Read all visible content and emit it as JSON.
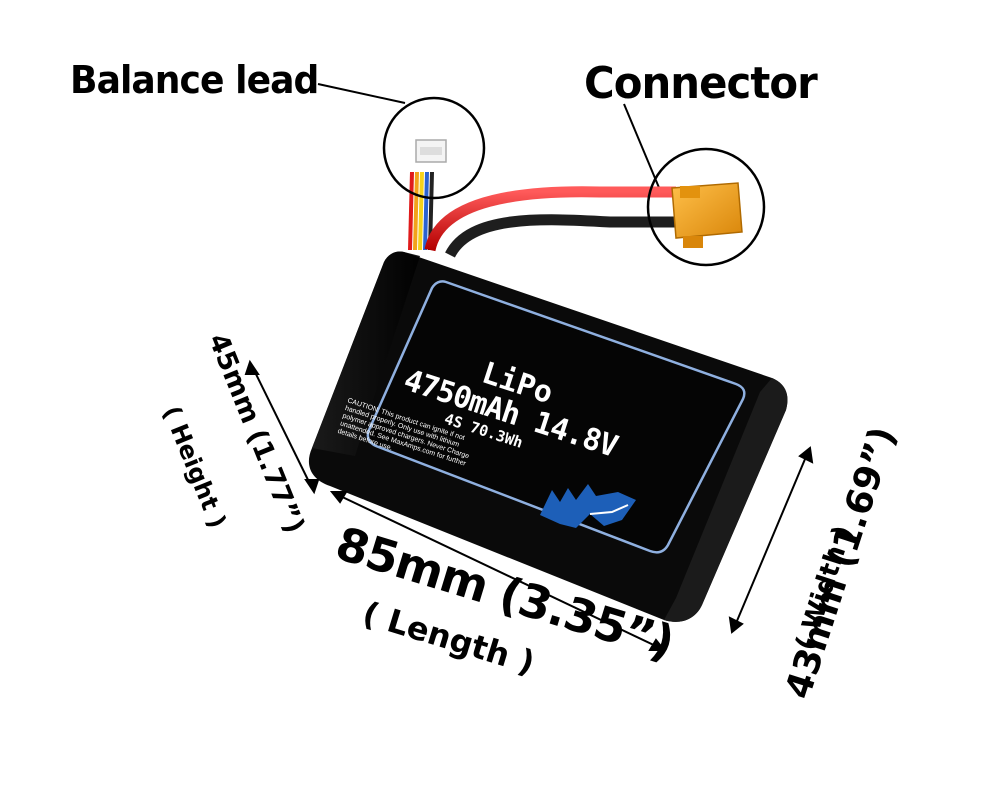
{
  "callouts": {
    "balance_lead": "Balance lead",
    "connector": "Connector"
  },
  "battery": {
    "chemistry": "LiPo",
    "capacity_voltage": "4750mAh 14.8V",
    "config_energy": "4S 70.3Wh",
    "caution_lines": [
      "CAUTION: This product can ignite if not",
      "handled properly. Only use with lithium",
      "polymer approved chargers. Never Charge",
      "unattended. See MaxAmps.com for further",
      "details before use."
    ],
    "logo": "MA",
    "colors": {
      "body": "#0b0b0b",
      "label_border": "#8fb0e0",
      "logo_blue": "#1d5fb8",
      "red_wire": "#e01b1b",
      "black_wire": "#2a2a2a",
      "connector_yellow": "#f2a21a"
    }
  },
  "dimensions": {
    "length": "85mm (3.35”)",
    "length_label": "( Length )",
    "height": "45mm (1.77”)",
    "height_label": "( Height )",
    "width": "43mm (1.69”)",
    "width_label": "( Width )"
  }
}
